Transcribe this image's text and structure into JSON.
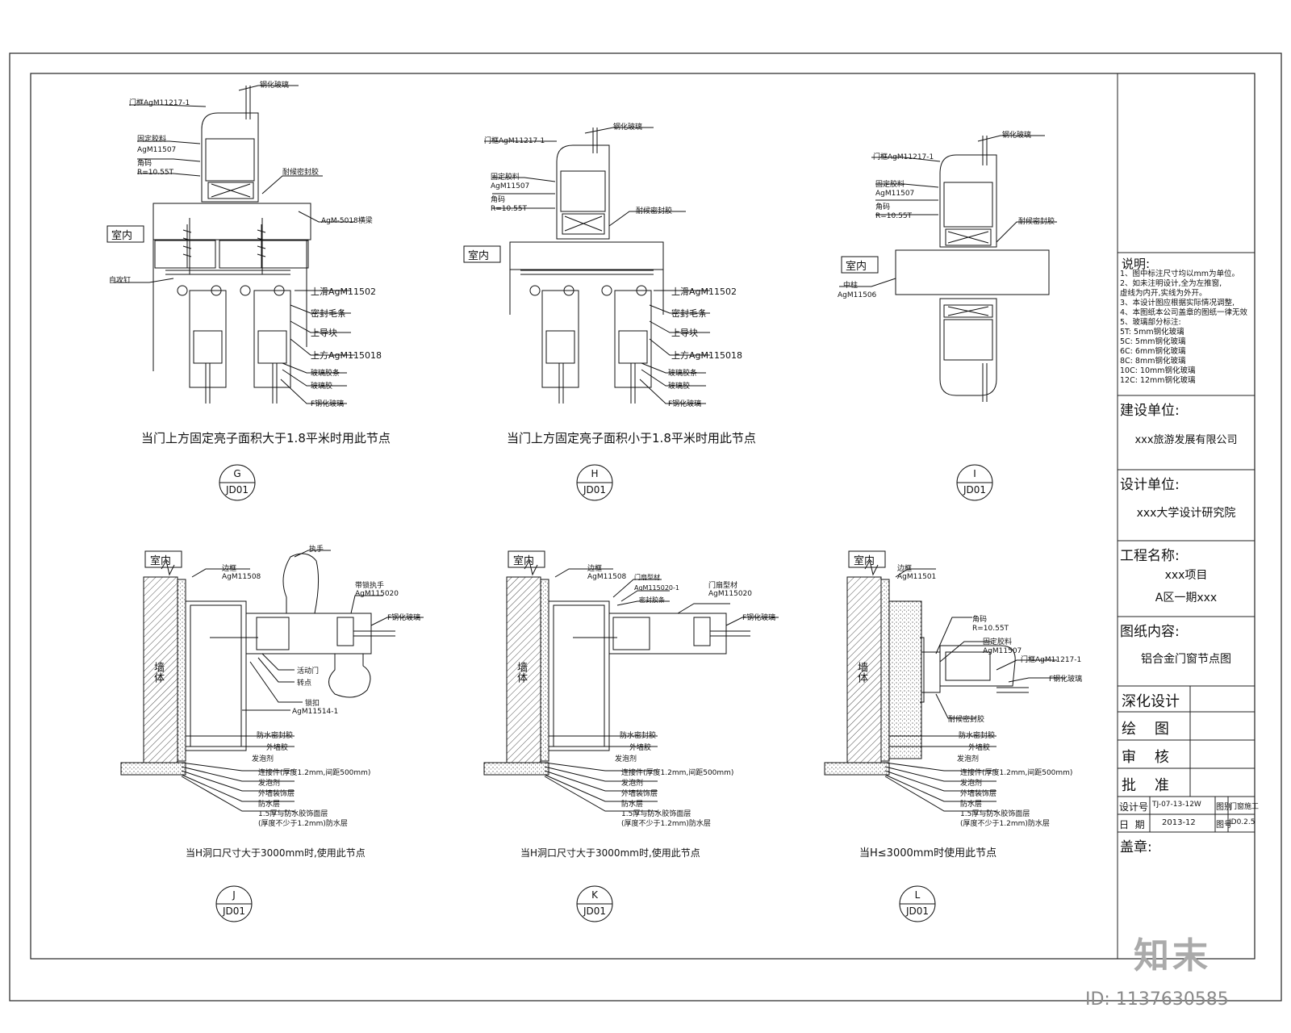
{
  "nodes": [
    {
      "id": "G",
      "sheet": "JD01",
      "caption": "当门上方固定亮子面积大于1.8平米时用此节点"
    },
    {
      "id": "H",
      "sheet": "JD01",
      "caption": "当门上方固定亮子面积小于1.8平米时用此节点"
    },
    {
      "id": "I",
      "sheet": "JD01",
      "caption": ""
    },
    {
      "id": "J",
      "sheet": "JD01",
      "caption": "当H洞口尺寸大于3000mm时,使用此节点"
    },
    {
      "id": "K",
      "sheet": "JD01",
      "caption": "当H洞口尺寸大于3000mm时,使用此节点"
    },
    {
      "id": "L",
      "sheet": "JD01",
      "caption": "当H≤3000mm时使用此节点"
    }
  ],
  "labels": {
    "indoor": "室内",
    "wall": "墙体",
    "g": {
      "glass": "钢化玻璃",
      "ag_top": "门框AgM11217-1",
      "fixed": "固定胶料",
      "ag1507": "AgM11507",
      "corner": "角码",
      "dim": "R=10.55T",
      "seal": "耐候密封胶",
      "cbeam": "AgM-5018横梁",
      "nail": "自攻钉",
      "upper": "上滑AgM11502",
      "brush": "密封毛条",
      "guide": "上导块",
      "upper2": "上方AgM115018",
      "glazing": "玻璃胶条",
      "hydro": "玻璃胶",
      "fglass": "F钢化玻璃"
    },
    "h": {
      "glass": "钢化玻璃",
      "ag_top": "门框AgM11217-1",
      "fixed": "固定胶料",
      "ag1507": "AgM11507",
      "corner": "角码",
      "dim": "R=10.55T",
      "seal": "耐候密封胶",
      "upper": "上滑AgM11502",
      "brush": "密封毛条",
      "guide": "上导块",
      "upper2": "上方AgM115018",
      "glazing": "玻璃胶条",
      "hydro": "玻璃胶",
      "fglass": "F钢化玻璃"
    },
    "i": {
      "glass": "钢化玻璃",
      "ag_top": "门框AgM11217-1",
      "fixed": "固定胶料",
      "ag1507": "AgM11507",
      "corner": "角码",
      "dim": "R=10.55T",
      "seal": "耐候密封胶",
      "col": "中柱",
      "colcode": "AgM11506"
    },
    "j": {
      "frame": "边框",
      "frame_code": "AgM11508",
      "handle": "执手",
      "lock": "带锁执手",
      "lock_code": "AgM115020",
      "fglass": "F钢化玻璃",
      "mov": "活动门",
      "pivot": "转点",
      "lockc": "锁扣",
      "lockc_code": "AgM11514-1",
      "sealant": "防水密封胶",
      "ext": "外墙胶",
      "foam": "发泡剂",
      "steel": "连接件(厚度1.2mm,间距500mm)",
      "seal2": "发泡剂",
      "exterior": "外墙装饰层",
      "water": "防水层",
      "board": "1.5厚与防水胶饰面层",
      "board2": "(厚度不少于1.2mm)防水层"
    },
    "k": {
      "frame": "边框",
      "frame_code": "AgM11508",
      "small": "门扇型材",
      "small2": "AgM115020-1",
      "small3": "密封胶条",
      "lock": "门扇型材",
      "lock_code": "AgM115020",
      "fglass": "F钢化玻璃",
      "sealant": "防水密封胶",
      "ext": "外墙胶",
      "foam": "发泡剂",
      "steel": "连接件(厚度1.2mm,间距500mm)",
      "seal2": "发泡剂",
      "exterior": "外墙装饰层",
      "water": "防水层",
      "board": "1.5厚与防水胶饰面层",
      "board2": "(厚度不少于1.2mm)防水层"
    },
    "l": {
      "frame": "边框",
      "frame_code": "AgM11501",
      "corner": "角码",
      "dim": "R=10.55T",
      "fixed": "固定胶料",
      "fixed_code": "AgM11507",
      "ag_top": "门框AgM11217-1",
      "fglass": "F钢化玻璃",
      "seal": "耐候密封胶",
      "sealant": "防水密封胶",
      "ext": "外墙胶",
      "foam": "发泡剂",
      "steel": "连接件(厚度1.2mm,间距500mm)",
      "seal2": "发泡剂",
      "exterior": "外墙装饰层",
      "water": "防水层",
      "board": "1.5厚与防水胶饰面层",
      "board2": "(厚度不少于1.2mm)防水层"
    }
  },
  "title_block": {
    "notes_head": "说明:",
    "notes": [
      "1、图中标注尺寸均以mm为单位。",
      "2、如未注明设计,全为左推窗,",
      "   虚线为内开,实线为外开。",
      "3、本设计图应根据实际情况调整,",
      "4、本图纸本公司盖章的图纸一律无效",
      "5、玻璃部分标注:",
      "5T: 5mm钢化玻璃",
      "5C: 5mm钢化玻璃",
      "6C: 6mm钢化玻璃",
      "8C: 8mm钢化玻璃",
      "10C: 10mm钢化玻璃",
      "12C: 12mm钢化玻璃"
    ],
    "client_head": "建设单位:",
    "client": "xxx旅游发展有限公司",
    "designer_head": "设计单位:",
    "designer": "xxx大学设计研究院",
    "project_head": "工程名称:",
    "project_line1": "xxx项目",
    "project_line2": "A区一期xxx",
    "content_head": "图纸内容:",
    "content": "铝合金门窗节点图",
    "role1": "深化设计",
    "role2": "绘    图",
    "role3": "审    核",
    "role4": "批    准",
    "no_label": "设计号",
    "no_value": "TJ-07-13-12W",
    "cat_label": "图别",
    "cat_value": "门窗施工",
    "date_label": "日  期",
    "date_value": "2013-12",
    "sheet_label": "图号",
    "sheet_value": "JD0.2.5",
    "seal_head": "盖章:"
  },
  "brand": {
    "logo": "知末",
    "id": "ID: 1137630585"
  }
}
